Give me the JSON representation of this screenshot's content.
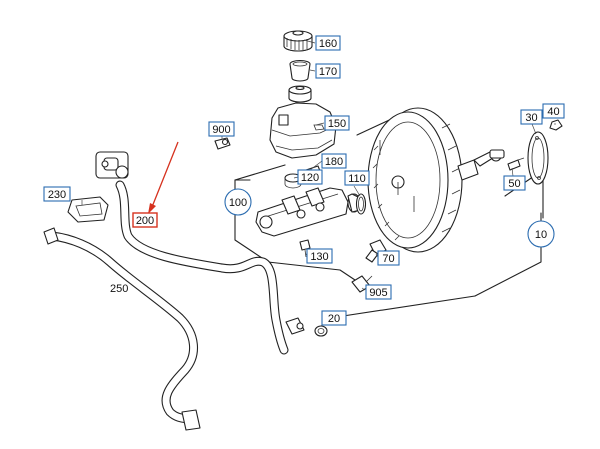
{
  "callouts": {
    "c160": "160",
    "c170": "170",
    "c150": "150",
    "c900": "900",
    "c180": "180",
    "c120": "120",
    "c110": "110",
    "c30": "30",
    "c40": "40",
    "c50": "50",
    "c230": "230",
    "c200": "200",
    "c70": "70",
    "c130": "130",
    "c905": "905",
    "c20": "20"
  },
  "circle_callouts": {
    "c100": "100",
    "c10": "10"
  },
  "plain_labels": {
    "c250": "250"
  },
  "colors": {
    "callout_border": "#2b6cb0",
    "highlight": "#d6321f",
    "line": "#222222"
  }
}
